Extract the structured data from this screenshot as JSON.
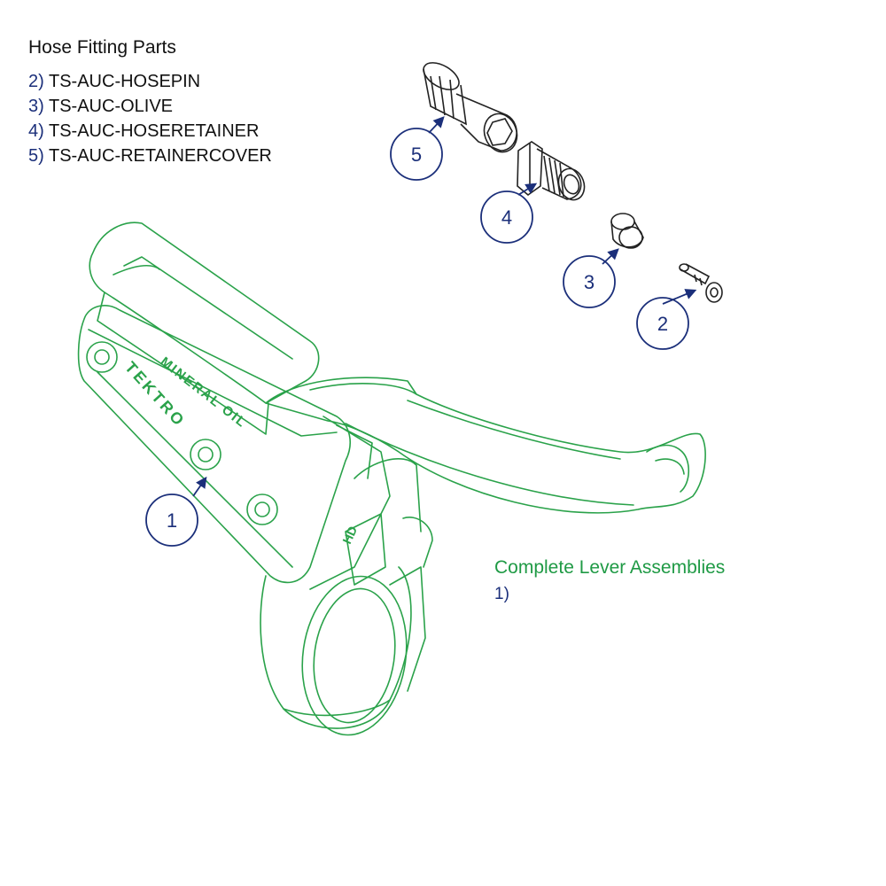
{
  "hose_fitting": {
    "title": "Hose Fitting Parts",
    "items": [
      {
        "num": "2)",
        "code": "TS-AUC-HOSEPIN"
      },
      {
        "num": "3)",
        "code": "TS-AUC-OLIVE"
      },
      {
        "num": "4)",
        "code": "TS-AUC-HOSERETAINER"
      },
      {
        "num": "5)",
        "code": "TS-AUC-RETAINERCOVER"
      }
    ]
  },
  "lever_assembly": {
    "title": "Complete Lever Assemblies",
    "items": [
      {
        "num": "1)"
      }
    ]
  },
  "callouts": {
    "c1": "1",
    "c2": "2",
    "c3": "3",
    "c4": "4",
    "c5": "5"
  },
  "lever_markings": {
    "mineral_oil": "MINERAL OIL",
    "brand": "TEKTRO",
    "model": "HD"
  },
  "colors": {
    "lever_line": "#2aa24a",
    "callout_circle": "#1b2f7a",
    "part_line": "#222222"
  }
}
